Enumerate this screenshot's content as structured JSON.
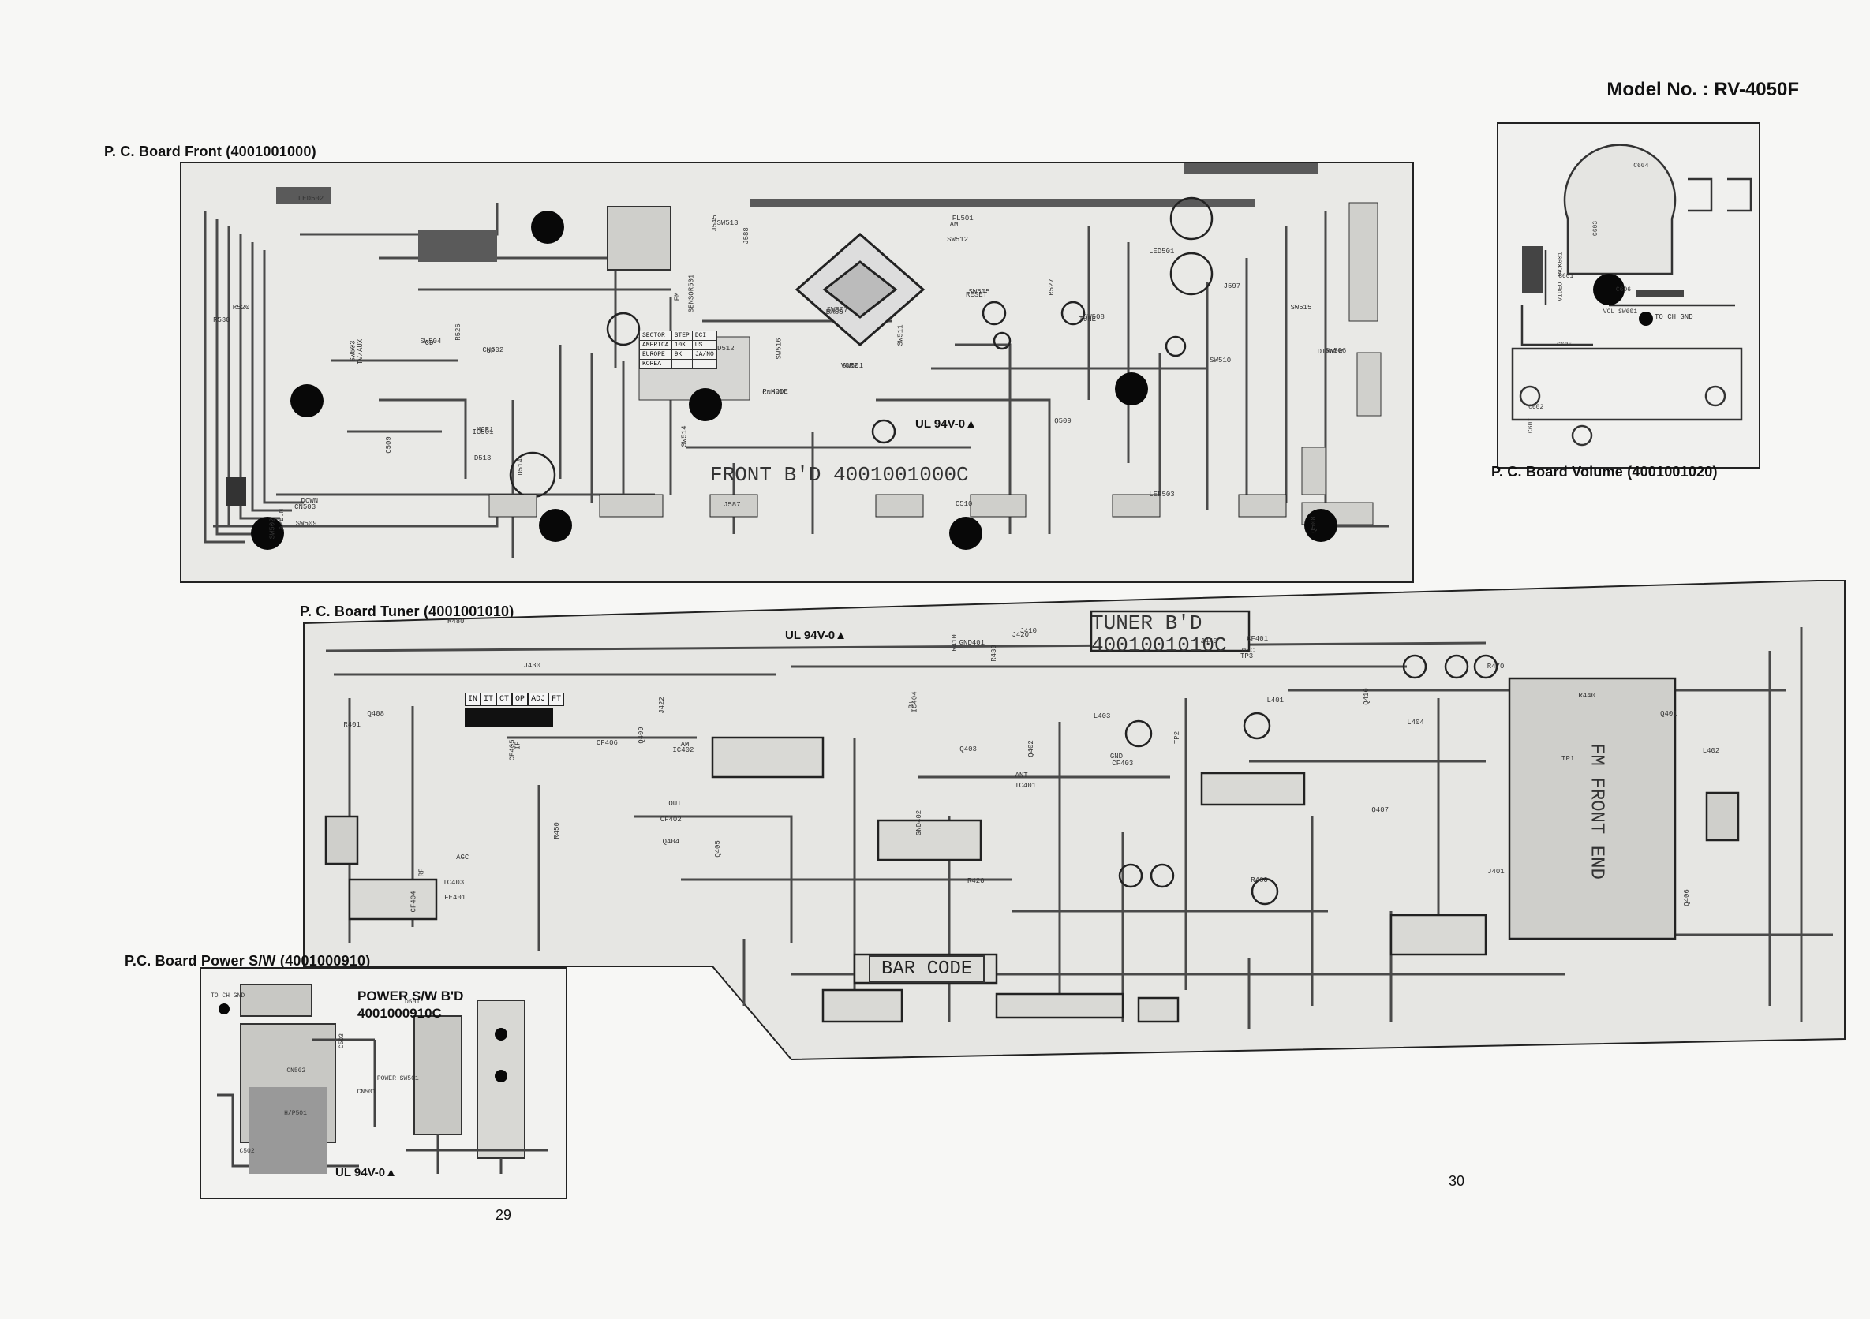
{
  "header": {
    "model": "Model No. : RV-4050F"
  },
  "boards": {
    "front": {
      "title": "P. C. Board Front (4001001000)",
      "silk_label": "FRONT B'D 4001001000C",
      "ul_mark": "UL 94V-0▲",
      "region_table": [
        [
          "SECTOR",
          "STEP",
          "DCI"
        ],
        [
          "AMERICA",
          "10K",
          "US"
        ],
        [
          "EUROPE",
          "9K",
          "JA/NO"
        ],
        [
          "KOREA",
          "",
          ""
        ]
      ],
      "components": [
        "CN501",
        "CN502",
        "CN503",
        "SENSOR501",
        "FL501",
        "IC501",
        "SW501",
        "SW502",
        "SW503",
        "SW504",
        "SW505",
        "SW506",
        "SW507",
        "SW508",
        "SW509",
        "SW510",
        "SW511",
        "SW512",
        "SW513",
        "SW514",
        "SW515",
        "SW516",
        "D512",
        "D513",
        "D514",
        "Q508",
        "Q509",
        "R520",
        "R526",
        "R527",
        "R530",
        "J545",
        "J587",
        "J588",
        "J597",
        "C509",
        "C510",
        "LED501",
        "LED502",
        "LED503"
      ],
      "button_labels": [
        "P.MODE",
        "UP",
        "DOWN",
        "FM",
        "AM",
        "MCR1",
        "VCR2",
        "TAPE.M",
        "TV/AUX",
        "CD",
        "RESET",
        "DIMMER",
        "BASS",
        "TUNE"
      ]
    },
    "volume": {
      "title": "P. C. Board Volume (4001001020)",
      "components": [
        "VOL SW601",
        "C601",
        "C602",
        "C603",
        "C604",
        "C605",
        "C606",
        "C607",
        "VIDEO JACK601"
      ],
      "ground_label": "TO CH GND"
    },
    "tuner": {
      "title": "P. C. Board Tuner (4001001010)",
      "silk_label_1": "TUNER B'D",
      "silk_label_2": "4001001010C",
      "ul_mark": "UL 94V-0▲",
      "init_labels": [
        "IN",
        "IT",
        "CT",
        "OP",
        "ADJ",
        "FT"
      ],
      "front_end": "FM FRONT END",
      "bar_code": "BAR CODE",
      "components": [
        "IC401",
        "IC402",
        "IC403",
        "IC404",
        "CF401",
        "CF402",
        "CF403",
        "CF404",
        "CF405",
        "CF406",
        "L401",
        "L402",
        "L403",
        "L404",
        "FE401",
        "TP1",
        "TP2",
        "TP3",
        "GND401",
        "GND402",
        "Q401",
        "Q402",
        "Q403",
        "Q404",
        "Q405",
        "Q406",
        "Q407",
        "Q408",
        "Q409",
        "Q410",
        "R401",
        "R410",
        "R420",
        "R430",
        "R440",
        "R450",
        "R460",
        "R470",
        "R480",
        "J401",
        "J410",
        "J420",
        "J422",
        "J430",
        "J440"
      ],
      "pin_labels": [
        "ANT",
        "AM",
        "AGC",
        "B+",
        "OSC",
        "OUT",
        "GND",
        "RF",
        "IF"
      ]
    },
    "power": {
      "title": "P.C. Board Power S/W (4001000910)",
      "heading_1": "POWER S/W B'D",
      "heading_2": "4001000910C",
      "ul_mark": "UL 94V-0▲",
      "ground_label": "TO CH GND",
      "components": [
        "CN501",
        "CN502",
        "C502",
        "C503",
        "D501",
        "H/P501",
        "POWER SW501"
      ]
    }
  },
  "pages": {
    "left": "29",
    "right": "30"
  },
  "colors": {
    "ink": "#111111",
    "board": "#e9e9e6",
    "trace": "#4a4a4a",
    "hole": "#080808"
  }
}
